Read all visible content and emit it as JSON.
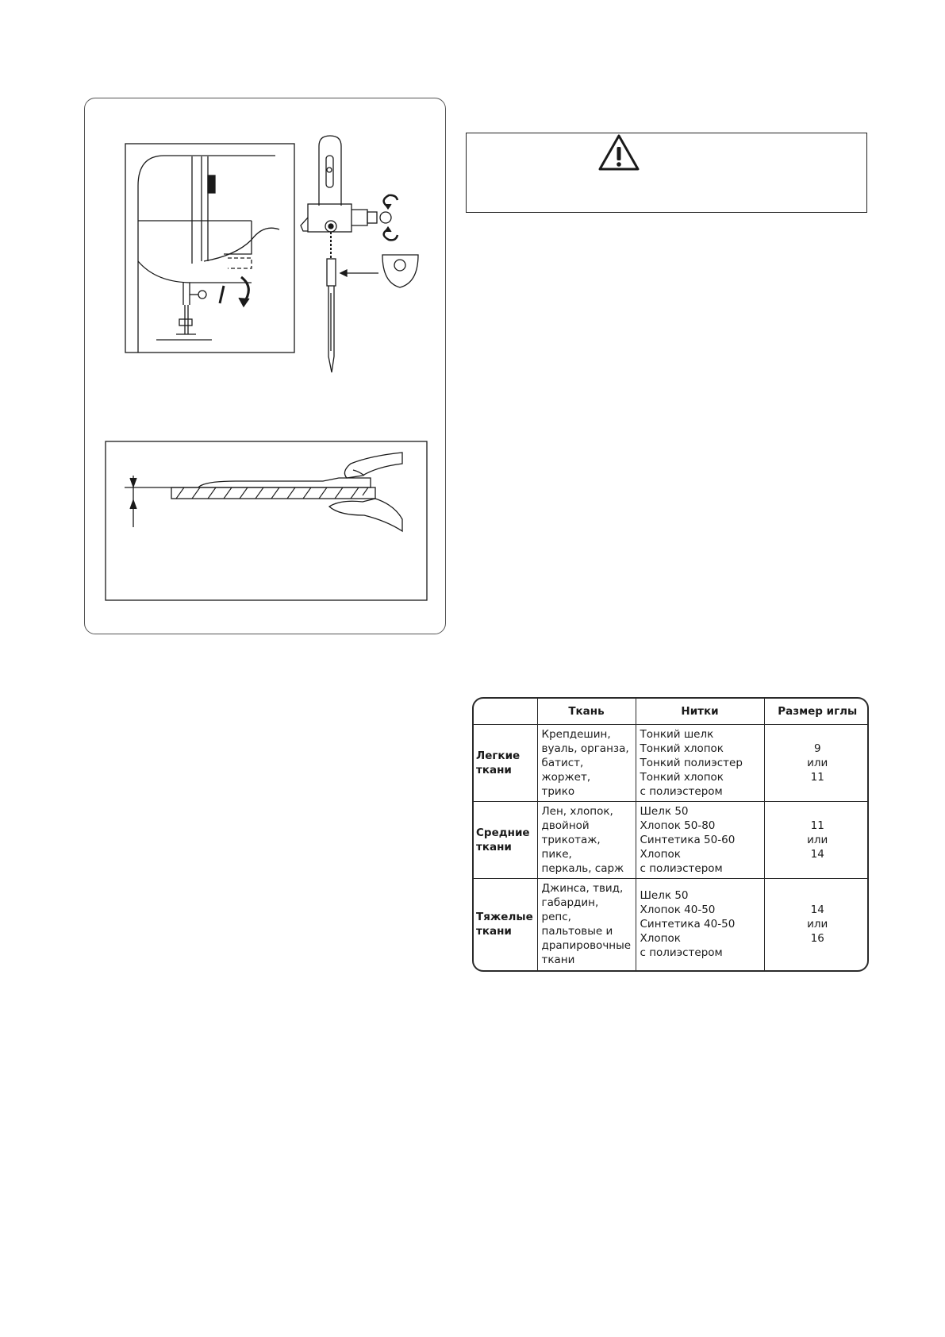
{
  "table": {
    "headers": [
      "",
      "Ткань",
      "Нитки",
      "Размер иглы"
    ],
    "rows": [
      {
        "category": "Легкие\nткани",
        "fabric": "Крепдешин,\nвуаль, органза,\nбатист, жоржет,\nтрико",
        "threads": "Тонкий шелк\nТонкий хлопок\nТонкий полиэстер\nТонкий хлопок\nс полиэстером",
        "size": "9\nили\n11"
      },
      {
        "category": "Средние\nткани",
        "fabric": "Лен, хлопок,\nдвойной\nтрикотаж, пике,\nперкаль, сарж",
        "threads": "Шелк 50\nХлопок 50-80\nСинтетика 50-60\nХлопок\nс полиэстером",
        "size": "11\nили\n14"
      },
      {
        "category": "Тяжелые\nткани",
        "fabric": "Джинса, твид,\nгабардин, репс,\nпальтовые и\nдрапировочные\nткани",
        "threads": "Шелк 50\nХлопок 40-50\nСинтетика 40-50\nХлопок\nс полиэстером",
        "size": "14\nили\n16"
      }
    ]
  },
  "icons": {
    "warning": "warning-triangle-icon"
  }
}
